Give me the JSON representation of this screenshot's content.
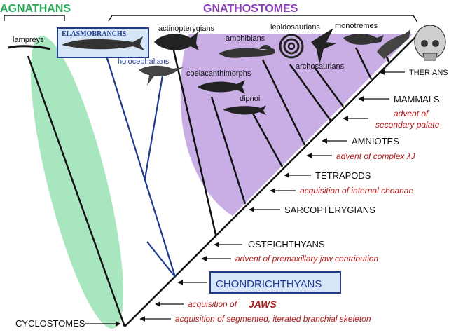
{
  "headers": {
    "agnathans": "AGNATHANS",
    "gnathostomes": "GNATHOSTOMES"
  },
  "taxa": {
    "lampreys": "lampreys",
    "elasmobranchs": "ELASMOBRANCHS",
    "holocephalians": "holocephalians",
    "actinopterygians": "actinopterygians",
    "coelacanthimorphs": "coelacanthimorphs",
    "amphibians": "amphibians",
    "dipnoi": "dipnoi",
    "lepidosaurians": "lepidosaurians",
    "archosaurians": "archosaurians",
    "monotremes": "monotremes"
  },
  "clades": {
    "therians": "THERIANS",
    "mammals": "MAMMALS",
    "amniotes": "AMNIOTES",
    "tetrapods": "TETRAPODS",
    "sarcopterygians": "SARCOPTERYGIANS",
    "osteichthyans": "OSTEICHTHYANS",
    "chondrichthyans": "CHONDRICHTHYANS",
    "cyclostomes": "CYCLOSTOMES"
  },
  "events": {
    "secondary_palate_1": "advent of",
    "secondary_palate_2": "secondary palate",
    "complex_lj": "advent of complex λJ",
    "internal_choanae": "acquisition of internal choanae",
    "premaxillary": "advent of premaxillary jaw contribution",
    "jaws_prefix": "acquisition of",
    "jaws_word": "JAWS",
    "branchial": "acquisition of segmented, iterated branchial skeleton"
  },
  "colors": {
    "agnathan_green": "#2bab58",
    "gnathostome_purple": "#8a3fb5",
    "purple_fill": "#c9aee6",
    "green_fill": "#a8e6c0",
    "chondrichthyan_blue": "#1f3a93",
    "box_fill": "#d6e6f8",
    "event_red": "#b01a1a"
  }
}
